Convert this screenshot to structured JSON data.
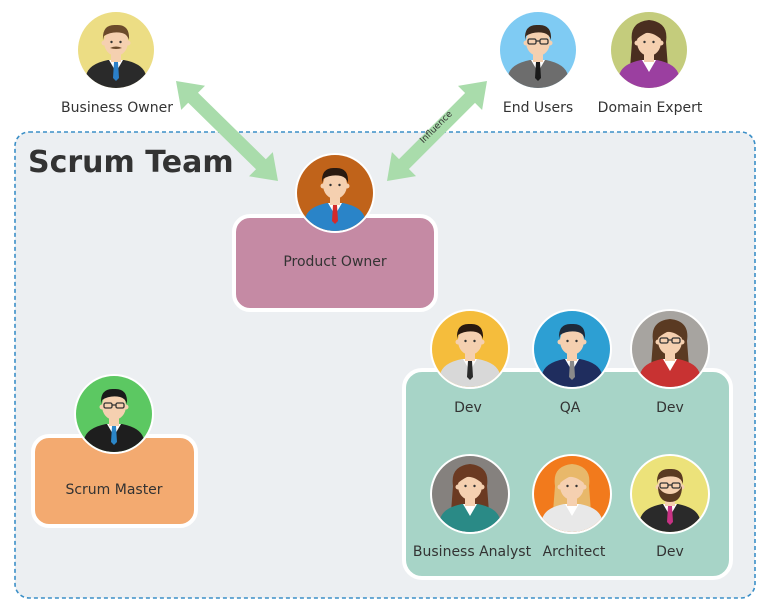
{
  "colors": {
    "arrow": "#a9dcab",
    "team_region_fill": "#eceff2",
    "team_region_border": "#3b8fc7",
    "team_title": "#2a9fd0",
    "product_owner_box": "#c58aa4",
    "scrum_master_box": "#f3aa70",
    "dev_team_box": "#a7d4c7",
    "skin": "#f5d0b0"
  },
  "team": {
    "title": "Scrum Team"
  },
  "arrows": {
    "influence_label": "Influence"
  },
  "people": [
    {
      "id": "business-owner",
      "label": "Business Owner",
      "bg": "#ecdd84",
      "hair": "#6b4a2b",
      "suit": "#2a2a2a",
      "tie": "#2b7fc8",
      "glasses": false,
      "long_hair": false,
      "beard": false,
      "mustache": true
    },
    {
      "id": "end-users",
      "label": "End Users",
      "bg": "#7fcbf3",
      "hair": "#3a2a20",
      "suit": "#6d6d6d",
      "tie": "#1a1a1a",
      "glasses": true,
      "long_hair": false,
      "beard": false,
      "mustache": false
    },
    {
      "id": "domain-expert",
      "label": "Domain Expert",
      "bg": "#c4cc7c",
      "hair": "#4a2e20",
      "suit": "#9b3fa0",
      "tie": "",
      "glasses": false,
      "long_hair": true,
      "beard": false,
      "mustache": false
    },
    {
      "id": "product-owner",
      "label": "Product Owner",
      "bg": "#c0631a",
      "hair": "#2a1a10",
      "suit": "#2a84c8",
      "tie": "#d42a2a",
      "glasses": false,
      "long_hair": false,
      "beard": false,
      "mustache": false
    },
    {
      "id": "scrum-master",
      "label": "Scrum Master",
      "bg": "#5cc862",
      "hair": "#1a1a1a",
      "suit": "#1e1e1e",
      "tie": "#2b86c8",
      "glasses": true,
      "long_hair": false,
      "beard": false,
      "mustache": false
    },
    {
      "id": "dev-1",
      "label": "Dev",
      "bg": "#f5bd3c",
      "hair": "#2a1a10",
      "suit": "#d8d8d8",
      "tie": "#2a2a2a",
      "glasses": false,
      "long_hair": false,
      "beard": false,
      "mustache": false
    },
    {
      "id": "qa",
      "label": "QA",
      "bg": "#2d9fd3",
      "hair": "#1e2a3a",
      "suit": "#1f2d5e",
      "tie": "#8a8a8a",
      "glasses": false,
      "long_hair": false,
      "beard": false,
      "mustache": false
    },
    {
      "id": "dev-2",
      "label": "Dev",
      "bg": "#a7a4a0",
      "hair": "#5a3a22",
      "suit": "#c83232",
      "tie": "",
      "glasses": true,
      "long_hair": true,
      "beard": false,
      "mustache": false
    },
    {
      "id": "business-analyst",
      "label": "Business Analyst",
      "bg": "#85817e",
      "hair": "#6b3a22",
      "suit": "#2a8a86",
      "tie": "",
      "glasses": false,
      "long_hair": true,
      "beard": false,
      "mustache": false
    },
    {
      "id": "architect",
      "label": "Architect",
      "bg": "#f27a1c",
      "hair": "#e8b86a",
      "suit": "#e8e8e8",
      "tie": "",
      "glasses": false,
      "long_hair": true,
      "beard": false,
      "mustache": false
    },
    {
      "id": "dev-3",
      "label": "Dev",
      "bg": "#ece27a",
      "hair": "#5a3a22",
      "suit": "#2a2a2a",
      "tie": "#c83284",
      "glasses": true,
      "long_hair": false,
      "beard": true,
      "mustache": false
    }
  ]
}
